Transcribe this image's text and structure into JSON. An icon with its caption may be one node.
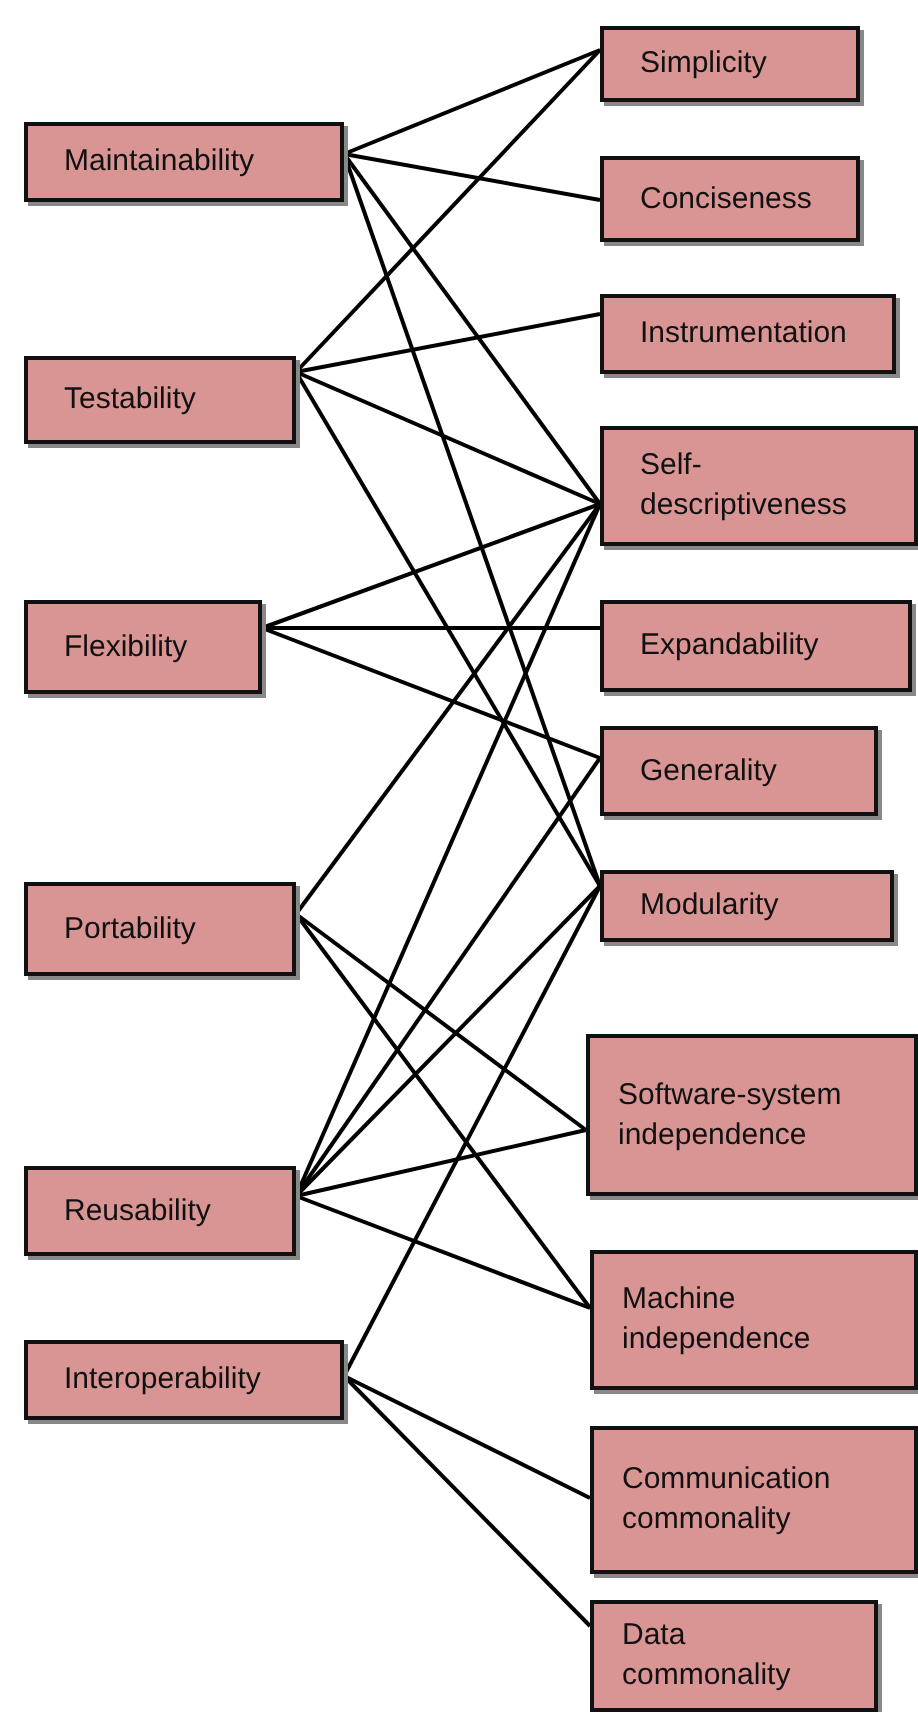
{
  "diagram": {
    "nodes": [
      {
        "text": [
          "Maintainability"
        ]
      },
      {
        "text": [
          "Testability"
        ]
      },
      {
        "text": [
          "Flexibility"
        ]
      },
      {
        "text": [
          "Portability"
        ]
      },
      {
        "text": [
          "Reusability"
        ]
      },
      {
        "text": [
          "Interoperability"
        ]
      },
      {
        "text": [
          "Simplicity"
        ]
      },
      {
        "text": [
          "Conciseness"
        ]
      },
      {
        "text": [
          "Instrumentation"
        ]
      },
      {
        "text": [
          "Self-descriptiveness"
        ]
      },
      {
        "text": [
          "Expandability"
        ]
      },
      {
        "text": [
          "Generality"
        ]
      },
      {
        "text": [
          "Modularity"
        ]
      },
      {
        "text": [
          "Software-system independence"
        ]
      },
      {
        "text": [
          "Machine independence"
        ]
      },
      {
        "text": [
          "Communication commonality"
        ]
      },
      {
        "text": [
          "Data commonality"
        ]
      }
    ],
    "edges": [
      {
        "from": 0,
        "to": 6,
        "arrow": "none"
      },
      {
        "from": 0,
        "to": 7,
        "arrow": "none"
      },
      {
        "from": 0,
        "to": 9,
        "arrow": "none"
      },
      {
        "from": 0,
        "to": 12,
        "arrow": "none"
      },
      {
        "from": 1,
        "to": 6,
        "arrow": "none"
      },
      {
        "from": 1,
        "to": 8,
        "arrow": "none"
      },
      {
        "from": 1,
        "to": 9,
        "arrow": "none"
      },
      {
        "from": 1,
        "to": 12,
        "arrow": "none"
      },
      {
        "from": 2,
        "to": 9,
        "arrow": "none"
      },
      {
        "from": 2,
        "to": 10,
        "arrow": "none"
      },
      {
        "from": 2,
        "to": 11,
        "arrow": "none"
      },
      {
        "from": 3,
        "to": 9,
        "arrow": "none"
      },
      {
        "from": 3,
        "to": 13,
        "arrow": "none"
      },
      {
        "from": 3,
        "to": 14,
        "arrow": "none"
      },
      {
        "from": 4,
        "to": 9,
        "arrow": "none"
      },
      {
        "from": 4,
        "to": 11,
        "arrow": "none"
      },
      {
        "from": 4,
        "to": 12,
        "arrow": "none"
      },
      {
        "from": 4,
        "to": 13,
        "arrow": "none"
      },
      {
        "from": 4,
        "to": 14,
        "arrow": "none"
      },
      {
        "from": 5,
        "to": 12,
        "arrow": "none"
      },
      {
        "from": 5,
        "to": 15,
        "arrow": "none"
      },
      {
        "from": 5,
        "to": 16,
        "arrow": "none"
      }
    ]
  }
}
